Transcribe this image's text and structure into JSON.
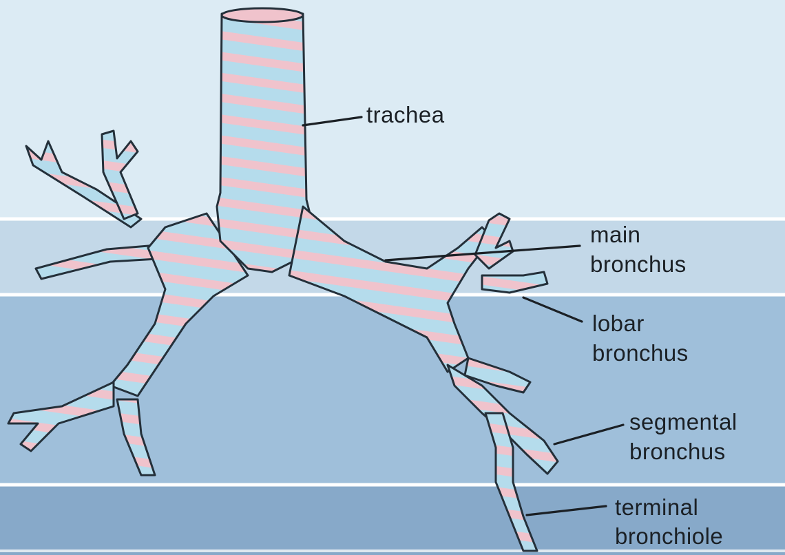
{
  "colors": {
    "band_top": "#dcebf4",
    "band_2": "#c3d8e8",
    "band_3": "#9fbfda",
    "band_4": "#87a9c9",
    "separator": "#ffffff",
    "cartilage": "#f0c3cc",
    "membrane": "#b5dcec",
    "outline": "#24303a"
  },
  "labels": {
    "trachea": "trachea",
    "main_bronchus": [
      "main",
      "bronchus"
    ],
    "lobar_bronchus": [
      "lobar",
      "bronchus"
    ],
    "segmental_bronchus": [
      "segmental",
      "bronchus"
    ],
    "terminal_bronchiole": [
      "terminal",
      "bronchiole"
    ]
  }
}
